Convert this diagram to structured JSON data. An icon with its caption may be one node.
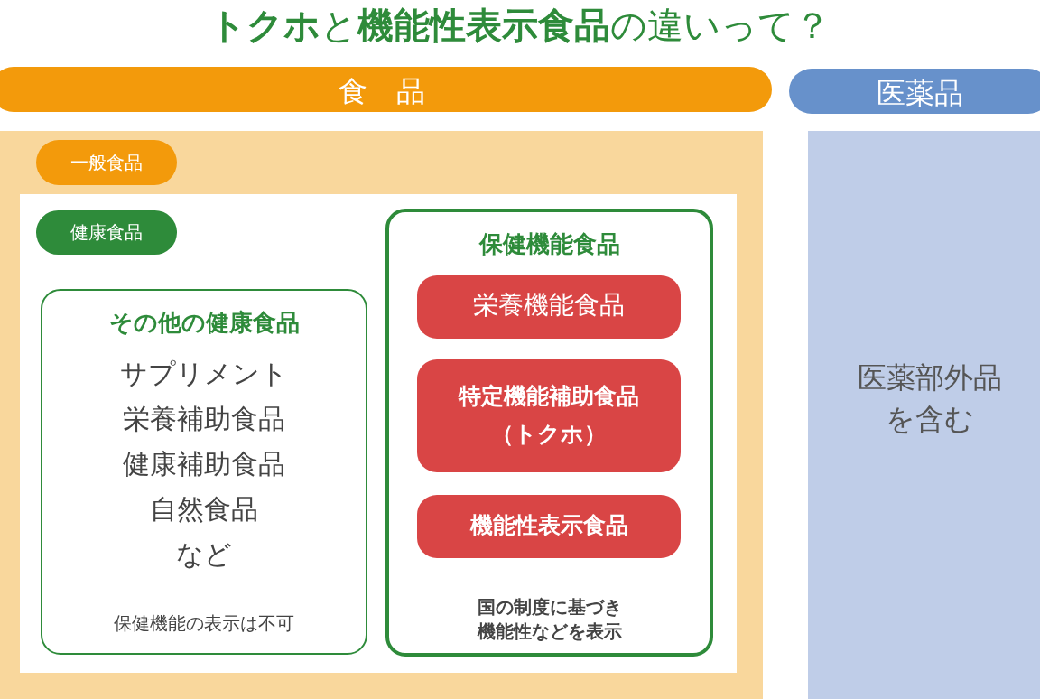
{
  "diagram": {
    "title": "**トクホ**と**機能性表示食品**の違いって？",
    "nodes": [
      {
        "text": [
          "食　品"
        ]
      },
      {
        "text": [],
        "shape": "box"
      },
      {
        "text": [
          "一般食品"
        ],
        "in": 1
      },
      {
        "text": [],
        "shape": "box",
        "in": 1
      },
      {
        "text": [
          "健康食品"
        ],
        "in": 3
      },
      {
        "text": [
          "その他の健康食品",
          "サプリメント",
          "栄養補助食品",
          "健康補助食品",
          "自然食品",
          "など",
          "保健機能の表示は不可"
        ],
        "in": 3
      },
      {
        "text": [
          "保健機能食品",
          "**国の制度**に基づき機能性などを表示"
        ],
        "in": 3
      },
      {
        "text": [
          "栄養機能食品"
        ],
        "in": 6
      },
      {
        "text": [
          "特定機能補助食品（トクホ）"
        ],
        "in": 6
      },
      {
        "text": [
          "機能性表示食品"
        ],
        "in": 6
      },
      {
        "text": [
          "医薬品"
        ]
      },
      {
        "text": [
          "医薬部外品を含む"
        ]
      }
    ]
  }
}
